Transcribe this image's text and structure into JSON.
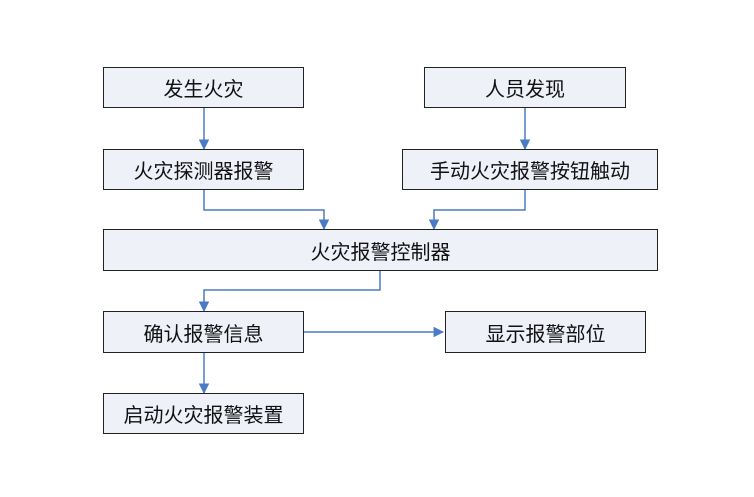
{
  "diagram": {
    "colors": {
      "box_fill": "#eef1f8",
      "box_border": "#222222",
      "arrow": "#4a7ac4",
      "text": "#111111"
    },
    "nodes": {
      "fire_occurs": "发生火灾",
      "person_finds": "人员发现",
      "detector_alarm": "火灾探测器报警",
      "manual_button": "手动火灾报警按钮触动",
      "alarm_controller": "火灾报警控制器",
      "confirm_info": "确认报警信息",
      "show_location": "显示报警部位",
      "start_device": "启动火灾报警装置"
    },
    "edges": [
      {
        "from": "fire_occurs",
        "to": "detector_alarm"
      },
      {
        "from": "person_finds",
        "to": "manual_button"
      },
      {
        "from": "detector_alarm",
        "to": "alarm_controller"
      },
      {
        "from": "manual_button",
        "to": "alarm_controller"
      },
      {
        "from": "alarm_controller",
        "to": "confirm_info"
      },
      {
        "from": "confirm_info",
        "to": "show_location"
      },
      {
        "from": "confirm_info",
        "to": "start_device"
      }
    ]
  }
}
